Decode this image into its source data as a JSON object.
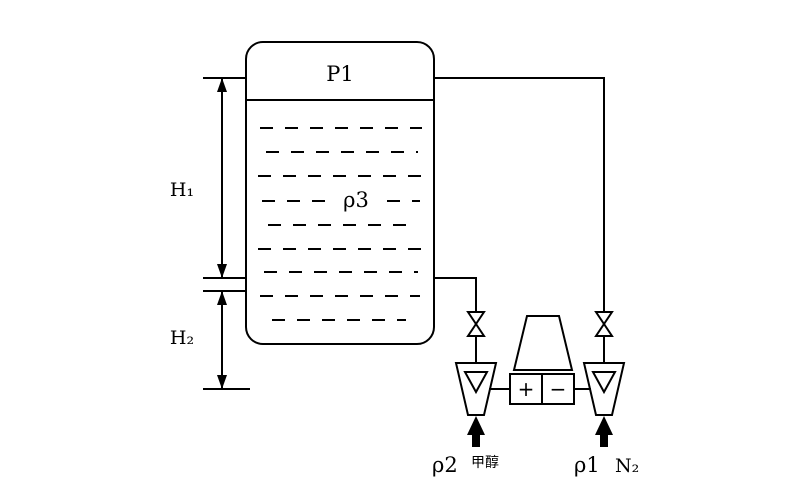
{
  "diagram": {
    "tank": {
      "pressure_label": "P1",
      "liquid_label": "ρ3"
    },
    "dimensions": {
      "h1": "H₁",
      "h2": "H₂"
    },
    "transmitter": {
      "plus": "+",
      "minus": "−"
    },
    "inlets": {
      "left_density": "ρ2",
      "left_medium": "甲醇",
      "right_density": "ρ1",
      "right_medium": "N₂"
    }
  }
}
